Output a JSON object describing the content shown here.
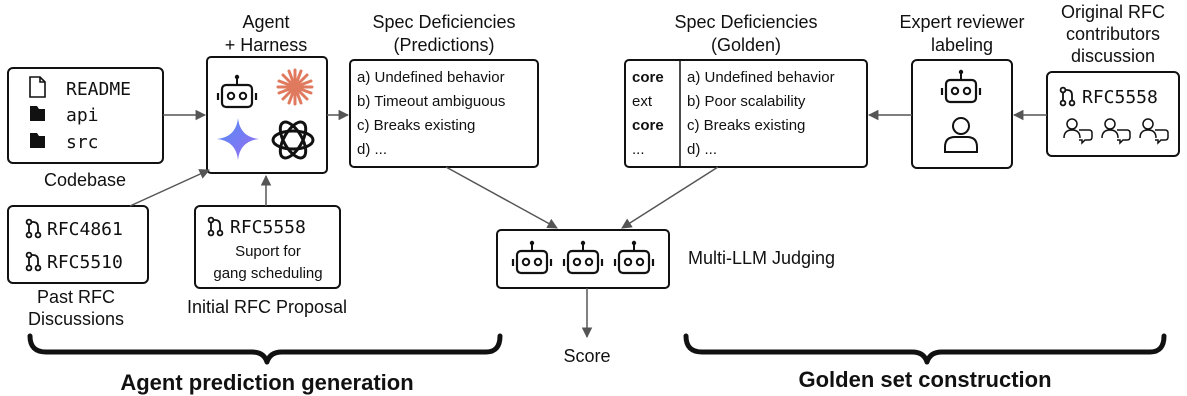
{
  "agent": {
    "title_line1": "Agent",
    "title_line2": "+ Harness"
  },
  "codebase": {
    "items": [
      "README",
      "api",
      "src"
    ],
    "caption": "Codebase"
  },
  "past_rfcs": {
    "items": [
      "RFC4861",
      "RFC5510"
    ],
    "caption_line1": "Past RFC",
    "caption_line2": "Discussions"
  },
  "initial_proposal": {
    "rfc": "RFC5558",
    "desc_line1": "Suport for",
    "desc_line2": "gang scheduling",
    "caption": "Initial RFC Proposal"
  },
  "predictions": {
    "title_line1": "Spec Deficiencies",
    "title_line2": "(Predictions)",
    "items": [
      "a) Undefined behavior",
      "b) Timeout ambiguous",
      "c) Breaks existing",
      "d) ..."
    ]
  },
  "golden": {
    "title_line1": "Spec Deficiencies",
    "title_line2": "(Golden)",
    "tags": [
      "core",
      "ext",
      "core",
      "..."
    ],
    "items": [
      "a) Undefined behavior",
      "b) Poor scalability",
      "c) Breaks existing",
      "d) ..."
    ]
  },
  "reviewer": {
    "title_line1": "Expert reviewer",
    "title_line2": "labeling"
  },
  "contributors": {
    "title_line1": "Original RFC",
    "title_line2": "contributors",
    "title_line3": "discussion",
    "rfc": "RFC5558"
  },
  "judging": {
    "label": "Multi-LLM Judging"
  },
  "score": {
    "label": "Score"
  },
  "sections": {
    "left": "Agent prediction generation",
    "right": "Golden set construction"
  }
}
